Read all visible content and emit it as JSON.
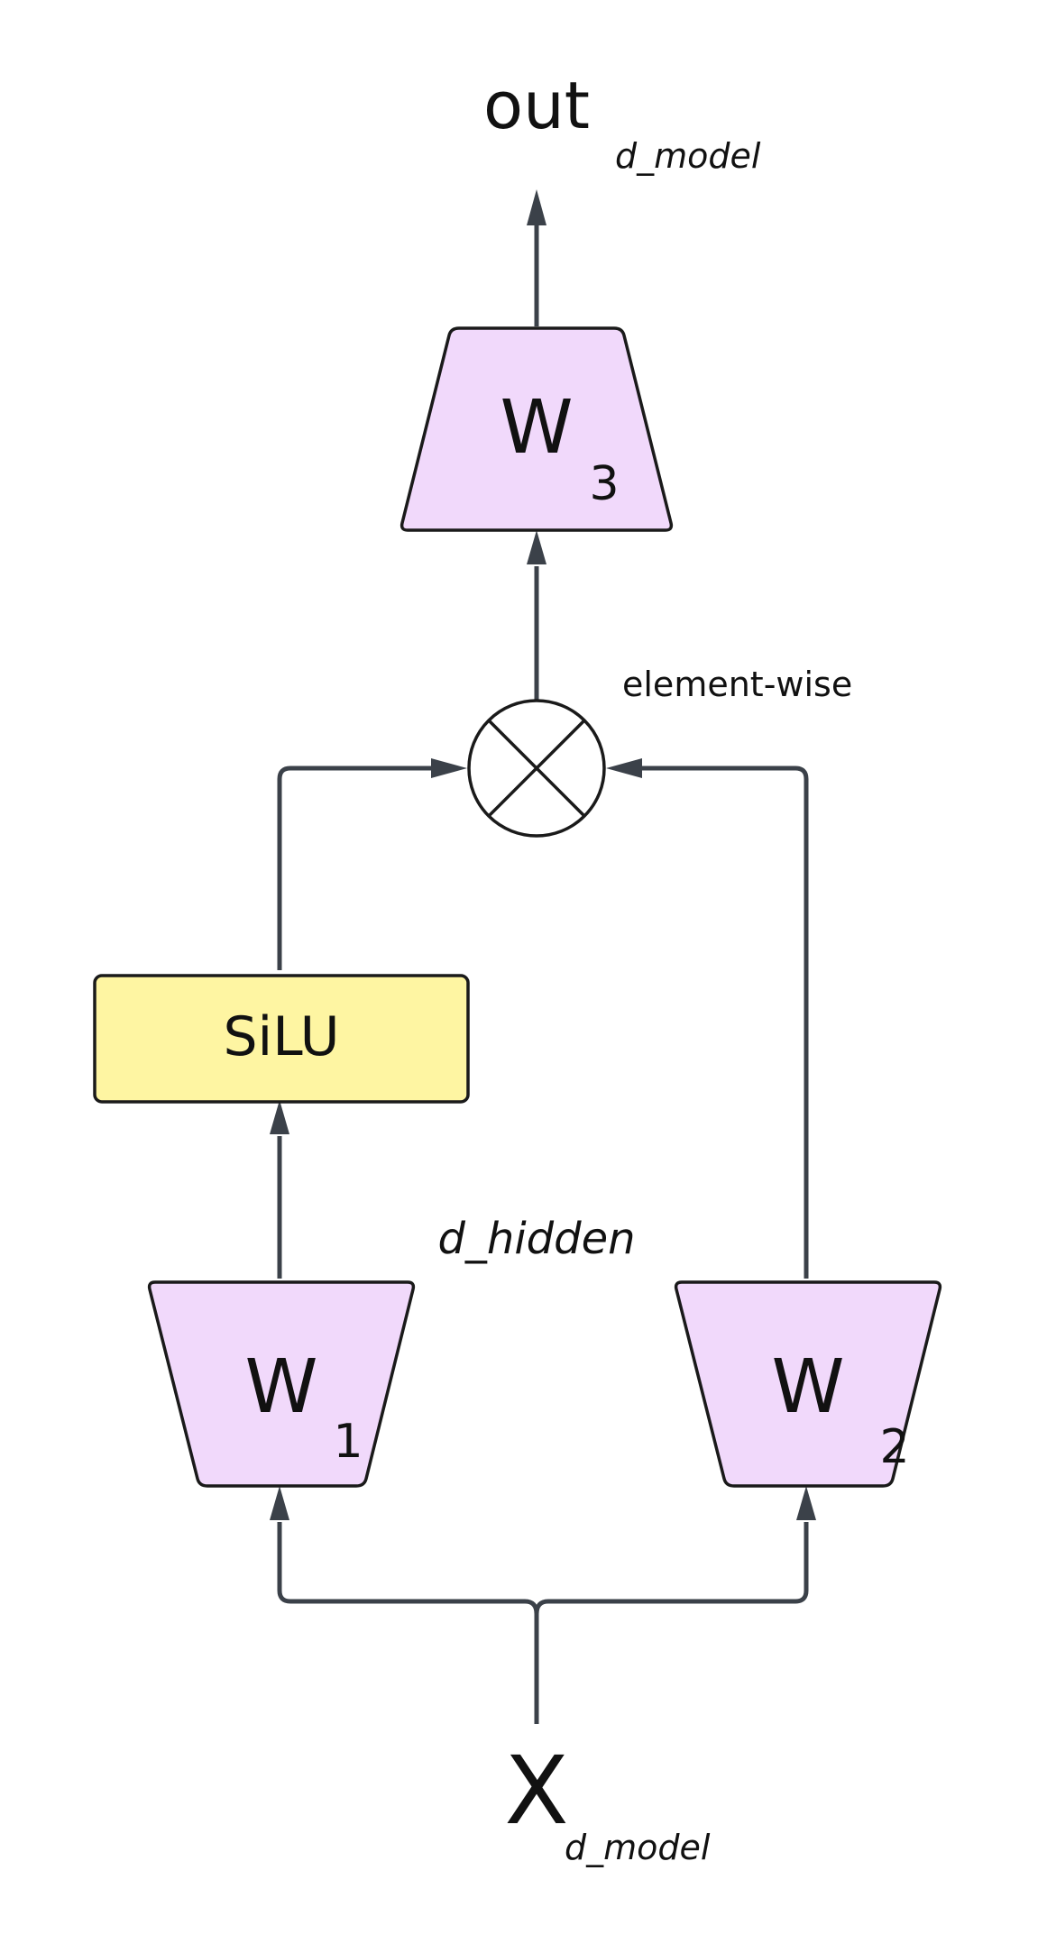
{
  "colors": {
    "weight_fill": "#F1D9FB",
    "activation_fill": "#FEF5A2",
    "edge": "#3B4149",
    "stroke": "#1A1A1A"
  },
  "nodes": {
    "output": {
      "label": "out",
      "subscript": "d_model"
    },
    "w3": {
      "label": "W",
      "subscript": "3"
    },
    "multiply": {
      "symbol": "⊗",
      "annotation": "element-wise"
    },
    "silu": {
      "label": "SiLU"
    },
    "hidden_dim": {
      "label": "d_hidden"
    },
    "w1": {
      "label": "W",
      "subscript": "1"
    },
    "w2": {
      "label": "W",
      "subscript": "2"
    },
    "input": {
      "label": "X",
      "subscript": "d_model"
    }
  }
}
